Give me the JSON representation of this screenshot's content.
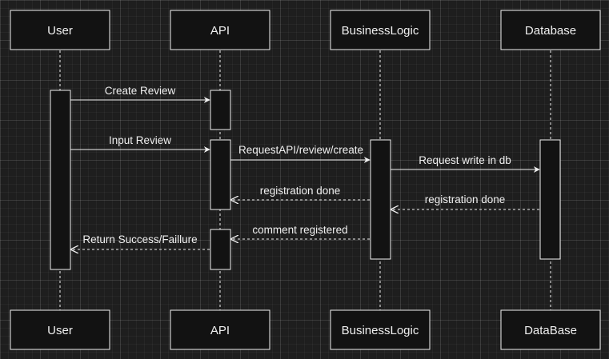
{
  "diagram": {
    "colors": {
      "background": "#1e1e1e",
      "stroke": "#f0f0f0",
      "box_fill": "#121212",
      "text": "#f0f0f0"
    },
    "participants": {
      "user_top": "User",
      "api_top": "API",
      "logic_top": "BusinessLogic",
      "db_top": "Database",
      "user_bottom": "User",
      "api_bottom": "API",
      "logic_bottom": "BusinessLogic",
      "db_bottom": "DataBase"
    },
    "messages": {
      "m1": "Create Review",
      "m2": "Input Review",
      "m3": "RequestAPI/review/create",
      "m4": "Request write in db",
      "m5": "registration done",
      "m6": "registration done",
      "m7": "comment registered",
      "m8": "Return Success/Faillure"
    }
  }
}
